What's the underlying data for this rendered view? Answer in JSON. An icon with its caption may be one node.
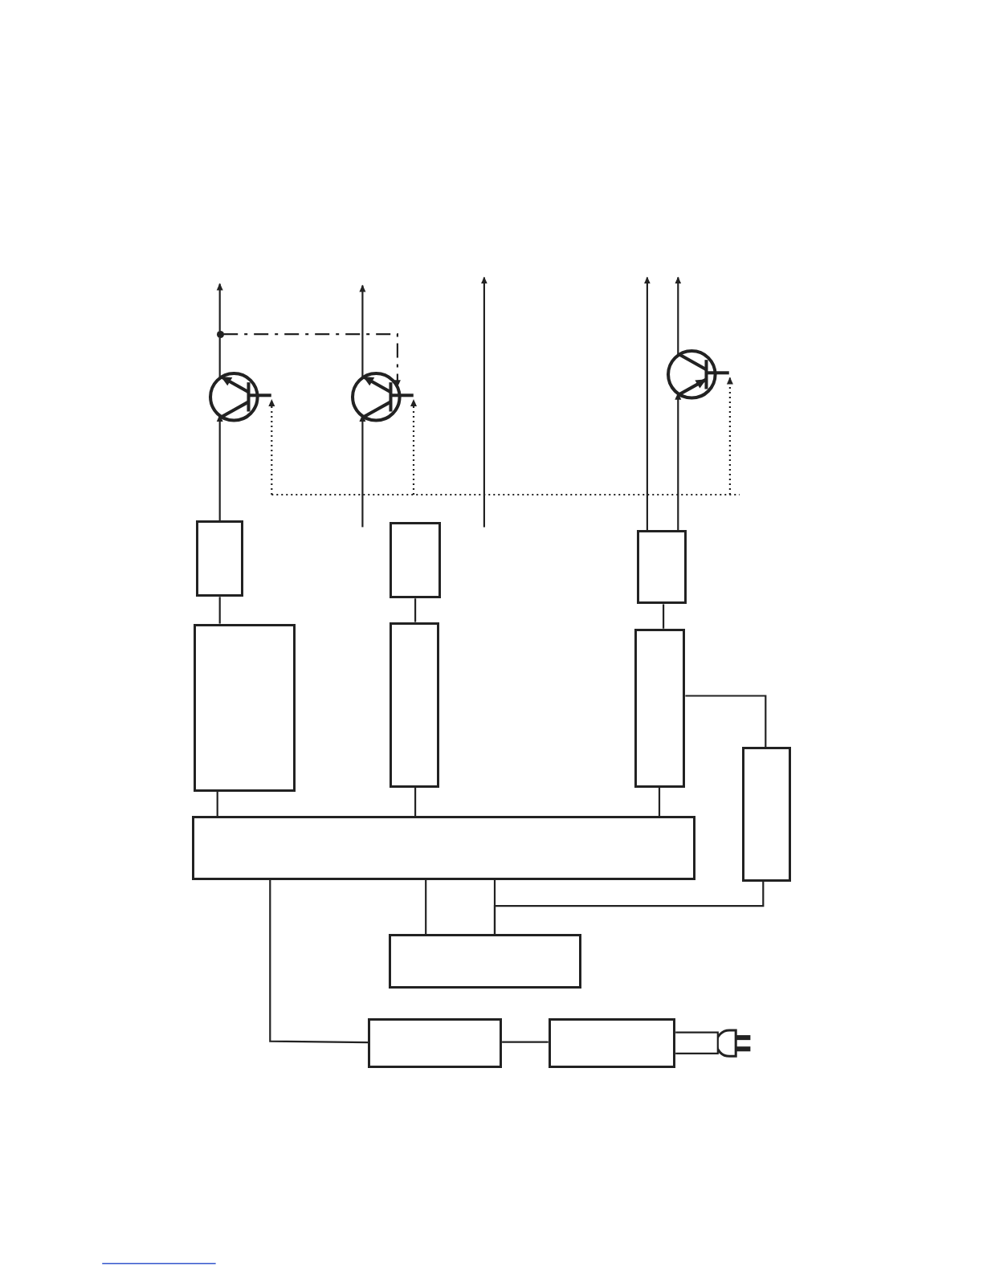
{
  "diagram": {
    "nodes": [
      {
        "text": [],
        "shape": "transistor"
      },
      {
        "text": [],
        "shape": "transistor"
      },
      {
        "text": [],
        "shape": "transistor"
      },
      {
        "text": [],
        "shape": "box"
      },
      {
        "text": [],
        "shape": "box"
      },
      {
        "text": [],
        "shape": "box"
      },
      {
        "text": [],
        "shape": "box"
      },
      {
        "text": [],
        "shape": "box"
      },
      {
        "text": [],
        "shape": "box"
      },
      {
        "text": [],
        "shape": "box"
      },
      {
        "text": [],
        "shape": "box"
      },
      {
        "text": [],
        "shape": "box"
      },
      {
        "text": [],
        "shape": "box"
      },
      {
        "text": [],
        "shape": "box"
      },
      {
        "text": [],
        "shape": "plug"
      },
      {
        "text": [],
        "shape": "circle"
      }
    ],
    "edges": [
      {
        "from": 3,
        "to": 0,
        "arrow": "to"
      },
      {
        "from": 0,
        "to": 15,
        "arrow": "none"
      },
      {
        "from": 15,
        "to": null,
        "arrow": "to"
      },
      {
        "from": 15,
        "to": 1,
        "arrow": "to",
        "style": "dashed"
      },
      {
        "from": null,
        "to": 1,
        "arrow": "to"
      },
      {
        "from": 1,
        "to": null,
        "arrow": "to"
      },
      {
        "from": 5,
        "to": null,
        "arrow": "to"
      },
      {
        "from": 5,
        "to": 2,
        "arrow": "to"
      },
      {
        "from": 2,
        "to": null,
        "arrow": "to"
      },
      {
        "from": null,
        "to": 0,
        "arrow": "to",
        "style": "dashed"
      },
      {
        "from": null,
        "to": 1,
        "arrow": "to",
        "style": "dashed"
      },
      {
        "from": null,
        "to": 2,
        "arrow": "to",
        "style": "dashed"
      },
      {
        "from": 3,
        "to": 6,
        "arrow": "none"
      },
      {
        "from": 4,
        "to": 7,
        "arrow": "none"
      },
      {
        "from": 5,
        "to": 8,
        "arrow": "none"
      },
      {
        "from": 6,
        "to": 10,
        "arrow": "none"
      },
      {
        "from": 7,
        "to": 10,
        "arrow": "none"
      },
      {
        "from": 8,
        "to": 10,
        "arrow": "none"
      },
      {
        "from": 8,
        "to": 9,
        "arrow": "none"
      },
      {
        "from": 10,
        "to": 11,
        "arrow": "none"
      },
      {
        "from": 10,
        "to": 11,
        "arrow": "none"
      },
      {
        "from": 9,
        "to": 11,
        "arrow": "none"
      },
      {
        "from": 10,
        "to": 12,
        "arrow": "none"
      },
      {
        "from": 12,
        "to": 13,
        "arrow": "none"
      },
      {
        "from": 13,
        "to": 14,
        "arrow": "none"
      }
    ]
  }
}
